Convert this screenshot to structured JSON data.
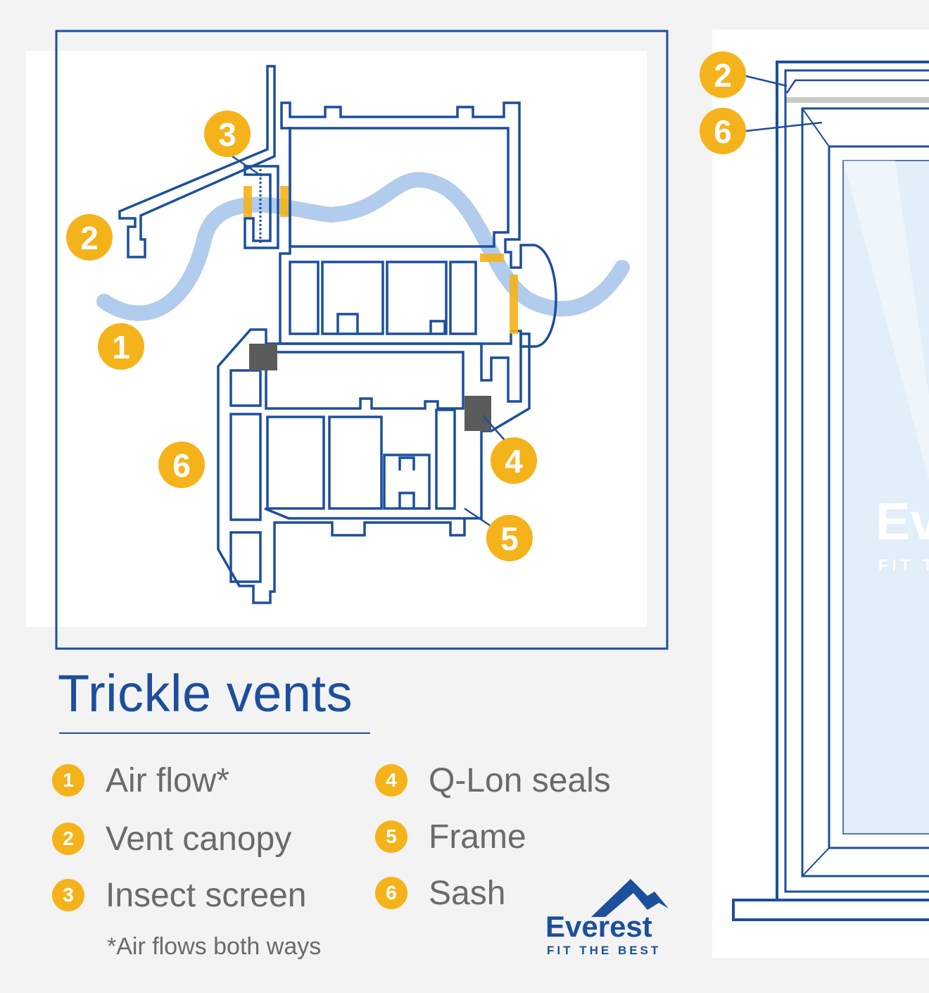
{
  "title": "Trickle vents",
  "legend": [
    {
      "number": "1",
      "label": "Air flow*"
    },
    {
      "number": "2",
      "label": "Vent canopy"
    },
    {
      "number": "3",
      "label": "Insect screen"
    },
    {
      "number": "4",
      "label": "Q-Lon seals"
    },
    {
      "number": "5",
      "label": "Frame"
    },
    {
      "number": "6",
      "label": "Sash"
    }
  ],
  "footnote": "*Air flows both ways",
  "brand": {
    "name": "Everest",
    "tagline": "FIT THE BEST"
  },
  "watermark": {
    "name": "Everest",
    "tagline": "FIT THE BEST"
  },
  "callouts": {
    "cross_section": [
      "1",
      "2",
      "3",
      "4",
      "5",
      "6"
    ],
    "window": [
      "2",
      "6"
    ]
  },
  "colors": {
    "line_blue": "#1c4f9c",
    "callout_yellow": "#f5b31b",
    "airflow_blue": "#a9c6ea",
    "seal_gray": "#5b5b5b",
    "glass": "#e2eef8"
  }
}
